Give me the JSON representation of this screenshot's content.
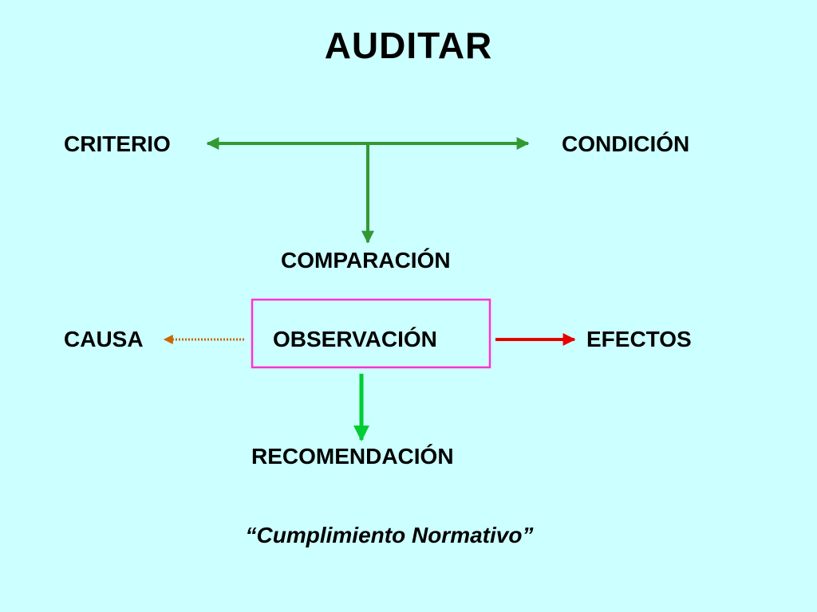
{
  "title": "AUDITAR",
  "nodes": {
    "criterio": "CRITERIO",
    "condicion": "CONDICIÓN",
    "comparacion": "COMPARACIÓN",
    "causa": "CAUSA",
    "observacion": "OBSERVACIÓN",
    "efectos": "EFECTOS",
    "recomendacion": "RECOMENDACIÓN"
  },
  "footer": "“Cumplimiento Normativo”",
  "colors": {
    "background": "#ccffff",
    "criterio_condicion_arrow": "#339933",
    "comparacion_arrow": "#339933",
    "causa_arrow": "#cc6600",
    "efectos_arrow": "#e60000",
    "recomendacion_arrow": "#00cc33",
    "observacion_box": "#ff33cc"
  }
}
